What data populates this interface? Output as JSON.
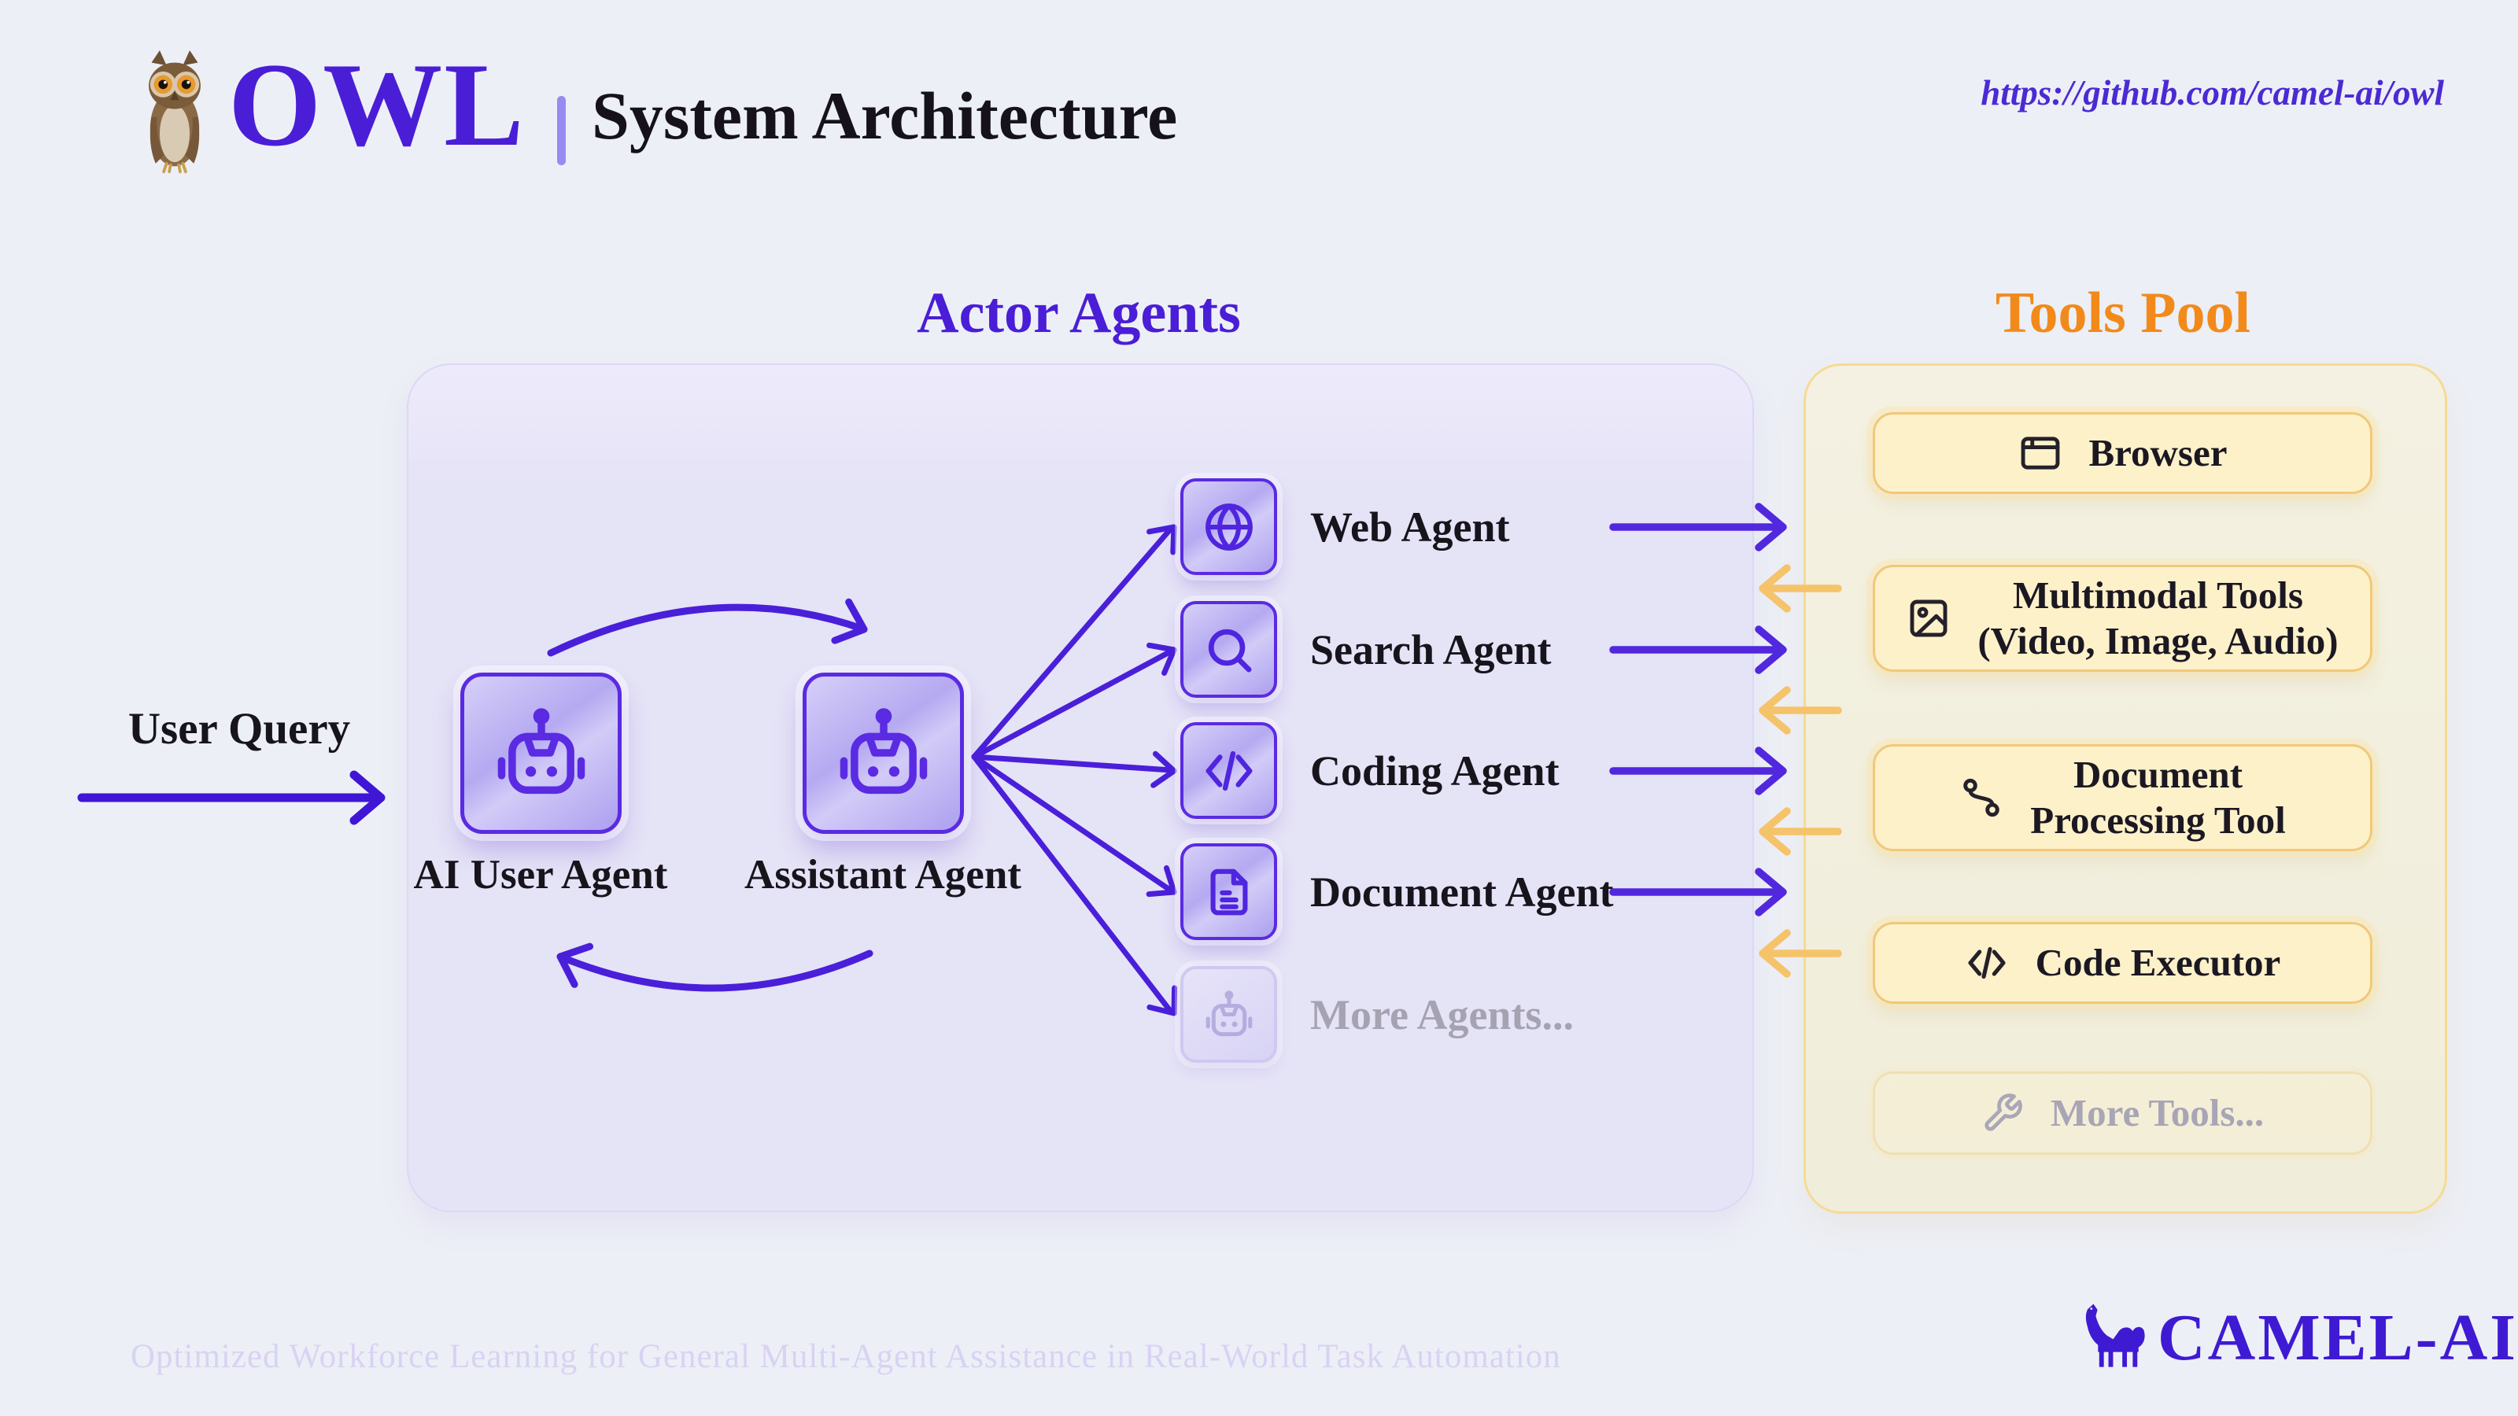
{
  "header": {
    "logo_text": "OWL",
    "title": "System Architecture",
    "url": "https://github.com/camel-ai/owl",
    "owl_icon": "owl-logo-icon"
  },
  "actor_agents": {
    "title": "Actor Agents",
    "user_query_label": "User Query",
    "core_agents": [
      {
        "label": "AI User Agent",
        "icon": "robot-icon"
      },
      {
        "label": "Assistant Agent",
        "icon": "robot-icon"
      }
    ],
    "sub_agents": [
      {
        "label": "Web Agent",
        "icon": "globe-icon",
        "muted": false
      },
      {
        "label": "Search Agent",
        "icon": "search-icon",
        "muted": false
      },
      {
        "label": "Coding Agent",
        "icon": "code-icon",
        "muted": false
      },
      {
        "label": "Document Agent",
        "icon": "file-text-icon",
        "muted": false
      },
      {
        "label": "More Agents...",
        "icon": "robot-icon",
        "muted": true
      }
    ]
  },
  "tools_pool": {
    "title": "Tools Pool",
    "tools": [
      {
        "label": "Browser",
        "label2": "",
        "icon": "browser-window-icon",
        "muted": false
      },
      {
        "label": "Multimodal Tools",
        "label2": "(Video, Image, Audio)",
        "icon": "image-icon",
        "muted": false
      },
      {
        "label": "Document",
        "label2": "Processing Tool",
        "icon": "route-icon",
        "muted": false
      },
      {
        "label": "Code Executor",
        "label2": "",
        "icon": "code-icon",
        "muted": false
      },
      {
        "label": "More Tools...",
        "label2": "",
        "icon": "wrench-icon",
        "muted": true
      }
    ]
  },
  "footer": {
    "tagline": "Optimized Workforce Learning for General Multi-Agent Assistance in Real-World Task Automation",
    "brand": "CAMEL-AI",
    "camel_icon": "camel-logo-icon"
  },
  "colors": {
    "background": "#edeff6",
    "accent_purple": "#4a1fd9",
    "deep_purple": "#3e1ad3",
    "tile_border_purple": "#5a2be2",
    "actor_panel_bg": "#e5e3f6",
    "tools_panel_bg": "#f1eedc",
    "tools_panel_border": "#f6db94",
    "tool_card_bg": "#fdf1ca",
    "tool_card_border": "#f1c879",
    "orange_title": "#f28a1b",
    "orange_arrow": "#f5c36a",
    "muted_text": "#a5a2b2",
    "tagline_text": "#d8d2f3",
    "text_dark": "#17141c"
  }
}
